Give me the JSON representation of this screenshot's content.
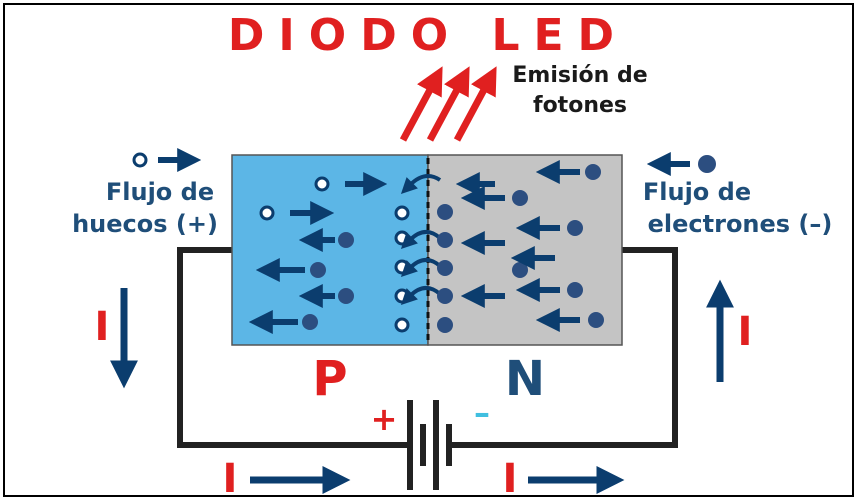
{
  "title": "DIODO LED",
  "photon_label_line1": "Emisión de",
  "photon_label_line2": "fotones",
  "holes_label_line1": "Flujo de",
  "holes_label_line2": "huecos (+)",
  "electrons_label_line1": "Flujo de",
  "electrons_label_line2": "electrones (–)",
  "p_region_label": "P",
  "n_region_label": "N",
  "current_symbol": "I",
  "battery_plus": "+",
  "battery_minus": "–",
  "colors": {
    "title_red": "#e02020",
    "label_blue": "#1f4e79",
    "arrow_blue": "#0b3d6e",
    "p_region": "#5cb6e6",
    "n_region": "#c4c4c4",
    "minus_cyan": "#40bfe0",
    "wire": "#222222"
  },
  "icons": [
    "photon-arrow-icon",
    "hole-icon",
    "electron-icon",
    "flow-arrow-icon",
    "recombination-arc-icon",
    "battery-icon"
  ]
}
